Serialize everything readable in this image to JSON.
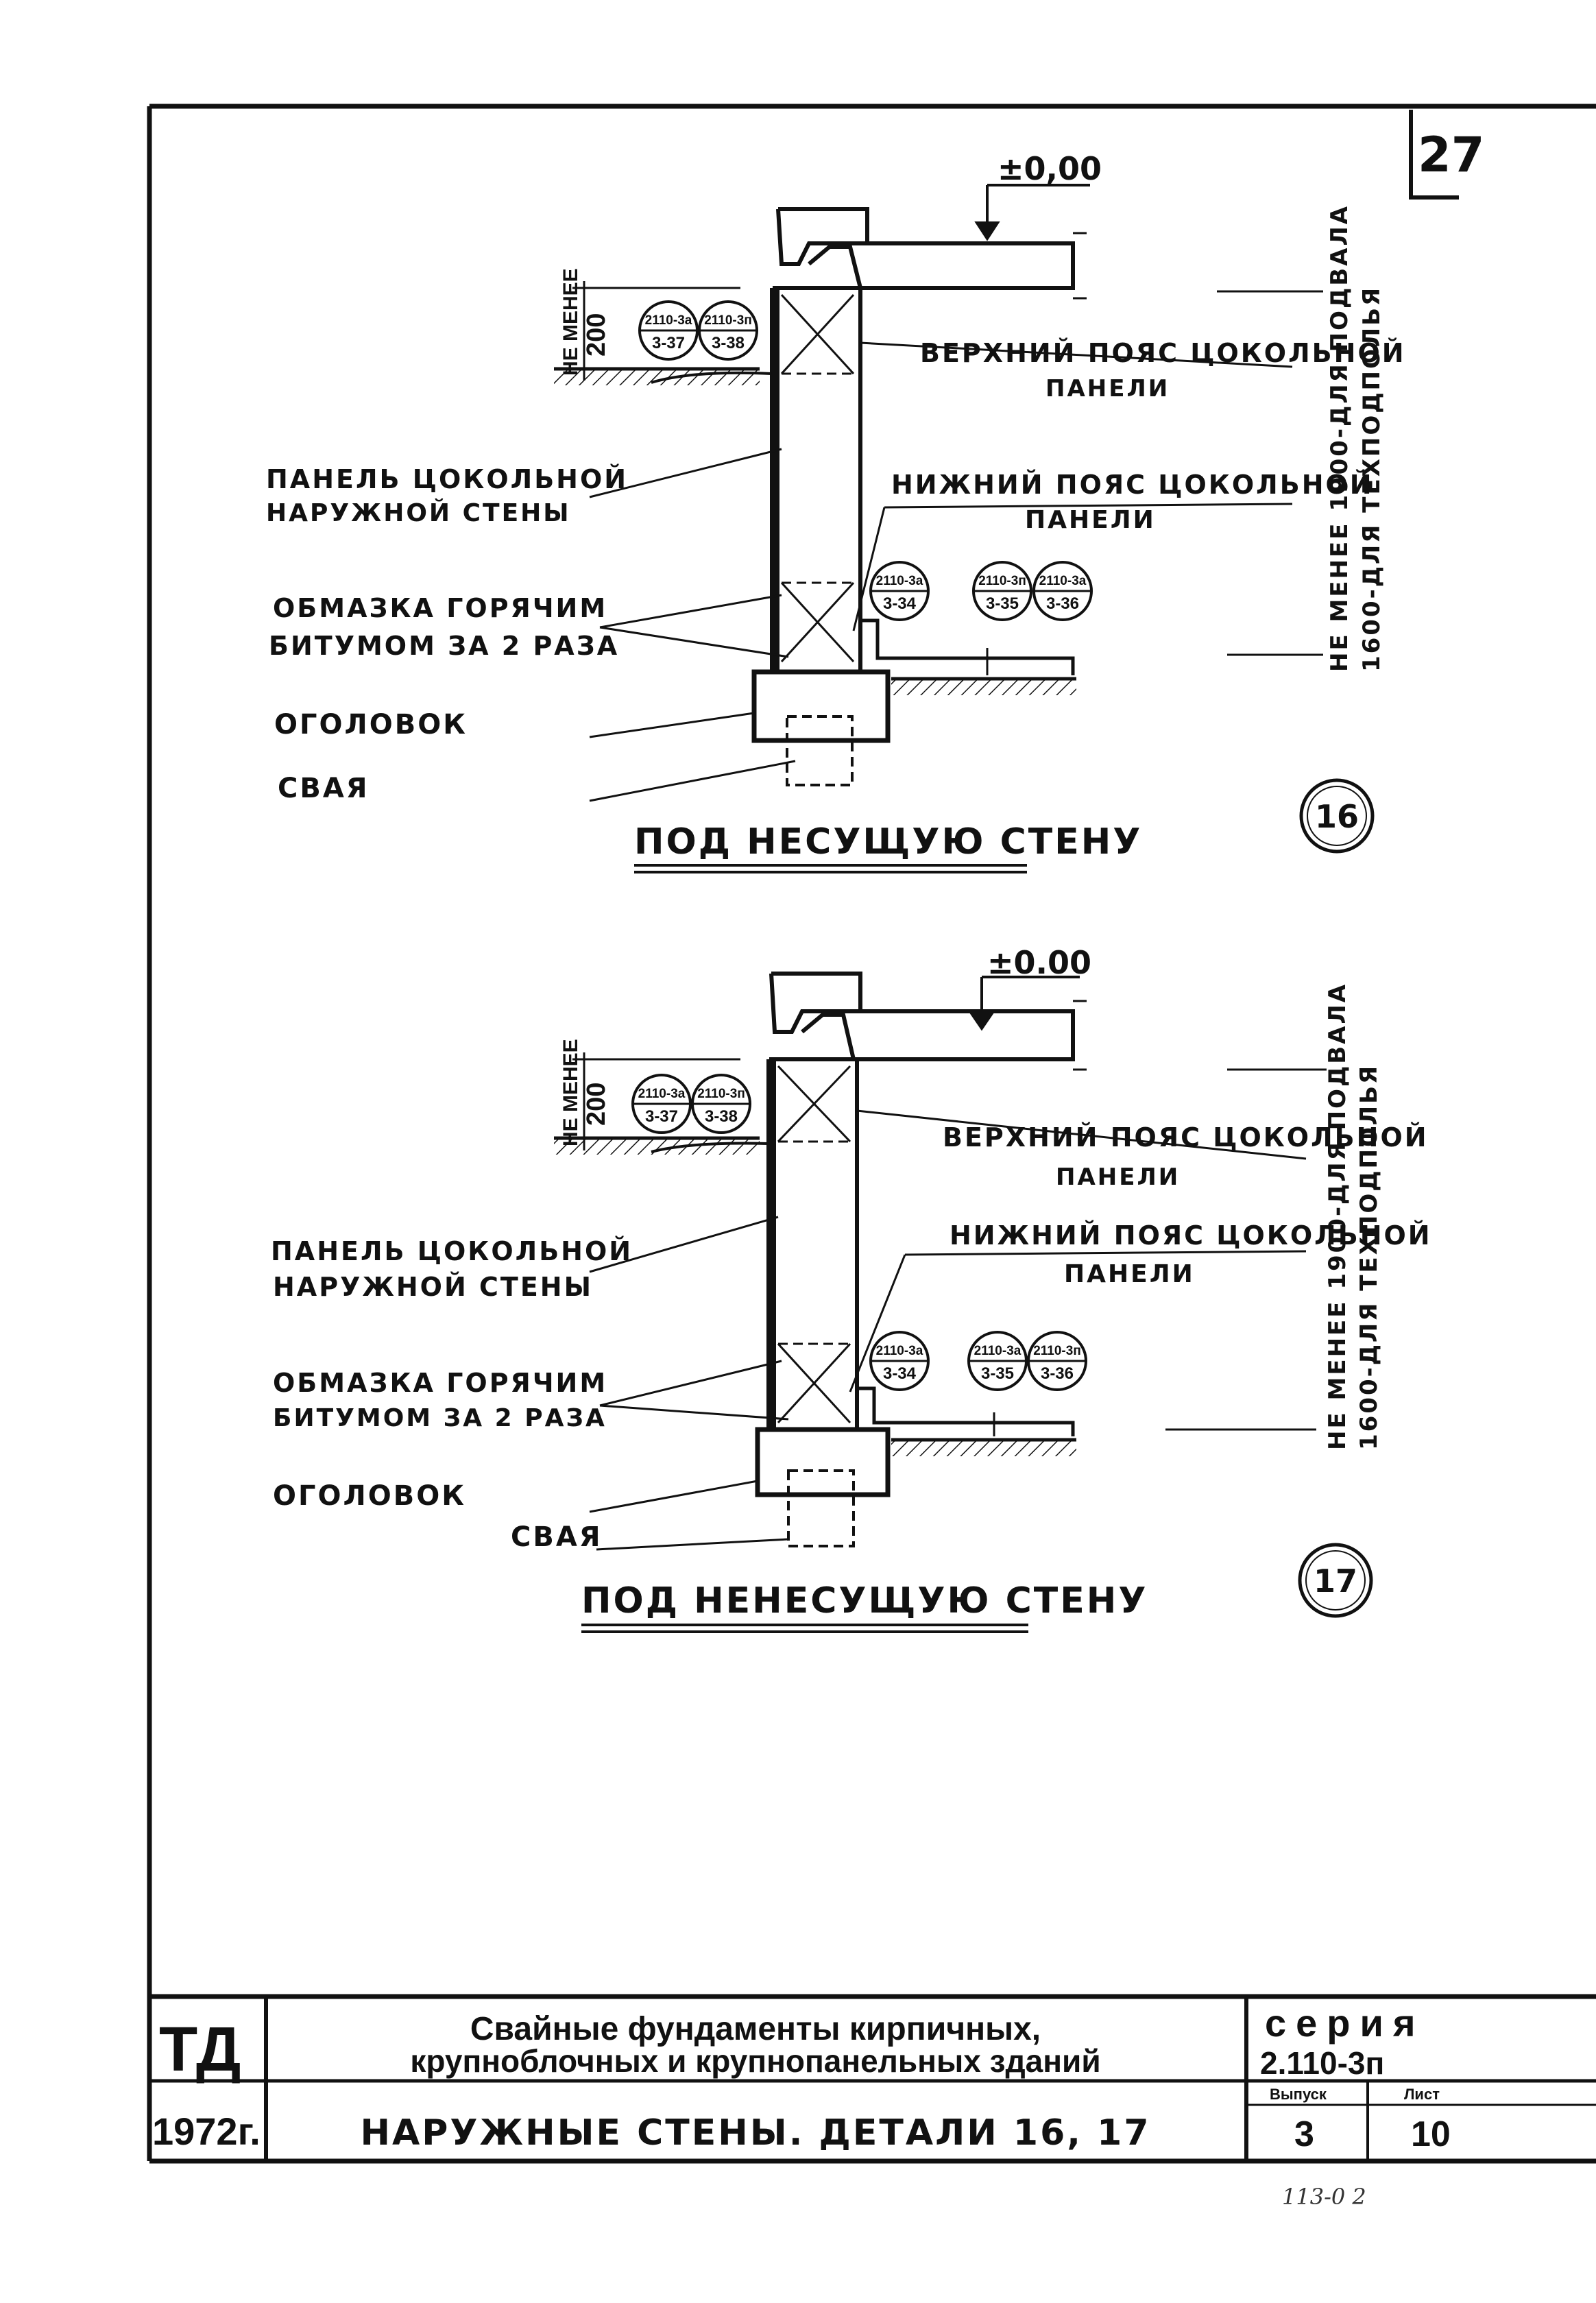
{
  "sheet": {
    "corner_number": "27",
    "bottom_note": "113-0  2"
  },
  "details": [
    {
      "level_mark": "±0,00",
      "min_height_label": "НЕ МЕНЕЕ",
      "min_height_value": "200",
      "refs_top": [
        {
          "series": "2110-3а",
          "sheet": "3-37"
        },
        {
          "series": "2110-3п",
          "sheet": "3-38"
        }
      ],
      "refs_bottom": [
        {
          "series": "2110-3а",
          "sheet": "3-34"
        },
        {
          "series": "2110-3п",
          "sheet": "3-35"
        },
        {
          "series": "2110-3а",
          "sheet": "3-36"
        }
      ],
      "labels": {
        "upper_belt_1": "ВЕРХНИЙ ПОЯС ЦОКОЛЬНОЙ",
        "upper_belt_2": "ПАНЕЛИ",
        "lower_belt_1": "НИЖНИЙ ПОЯС ЦОКОЛЬНОЙ",
        "lower_belt_2": "ПАНЕЛИ",
        "panel_1": "ПАНЕЛЬ ЦОКОЛЬНОЙ",
        "panel_2": "НАРУЖНОЙ СТЕНЫ",
        "coating_1": "ОБМАЗКА ГОРЯЧИМ",
        "coating_2": "БИТУМОМ ЗА 2 РАЗА",
        "cap": "ОГОЛОВОК",
        "pile": "СВАЯ"
      },
      "side_note_1": "НЕ МЕНЕЕ 1900-ДЛЯ ПОДВАЛА",
      "side_note_2": "1600-ДЛЯ ТЕХПОДПОЛЬЯ",
      "title": "ПОД НЕСУЩУЮ СТЕНУ",
      "number": "16"
    },
    {
      "level_mark": "±0.00",
      "min_height_label": "НЕ МЕНЕЕ",
      "min_height_value": "200",
      "refs_top": [
        {
          "series": "2110-3а",
          "sheet": "3-37"
        },
        {
          "series": "2110-3п",
          "sheet": "3-38"
        }
      ],
      "refs_bottom": [
        {
          "series": "2110-3а",
          "sheet": "3-34"
        },
        {
          "series": "2110-3а",
          "sheet": "3-35"
        },
        {
          "series": "2110-3п",
          "sheet": "3-36"
        }
      ],
      "labels": {
        "upper_belt_1": "ВЕРХНИЙ ПОЯС ЦОКОЛЬНОЙ",
        "upper_belt_2": "ПАНЕЛИ",
        "lower_belt_1": "НИЖНИЙ ПОЯС ЦОКОЛЬНОЙ",
        "lower_belt_2": "ПАНЕЛИ",
        "panel_1": "ПАНЕЛЬ ЦОКОЛЬНОЙ",
        "panel_2": "НАРУЖНОЙ СТЕНЫ",
        "coating_1": "ОБМАЗКА ГОРЯЧИМ",
        "coating_2": "БИТУМОМ ЗА 2 РАЗА",
        "cap": "ОГОЛОВОК",
        "pile": "СВАЯ"
      },
      "side_note_1": "НЕ МЕНЕЕ 1900-ДЛЯ ПОДВАЛА",
      "side_note_2": "1600-ДЛЯ ТЕХПОДПОЛЬЯ",
      "title": "ПОД НЕНЕСУЩУЮ СТЕНУ",
      "number": "17"
    }
  ],
  "title_block": {
    "org": "ТД",
    "year": "1972г.",
    "title_line1": "Свайные   фундаменты   кирпичных,",
    "title_line2": "крупноблочных   и   крупнопанельных  зданий",
    "subtitle": "НАРУЖНЫЕ  СТЕНЫ.  ДЕТАЛИ  16, 17",
    "series_label": "серия",
    "series_value": "2.110-3п",
    "issue_label": "Выпуск",
    "issue_value": "3",
    "sheet_label": "Лист",
    "sheet_value": "10"
  }
}
